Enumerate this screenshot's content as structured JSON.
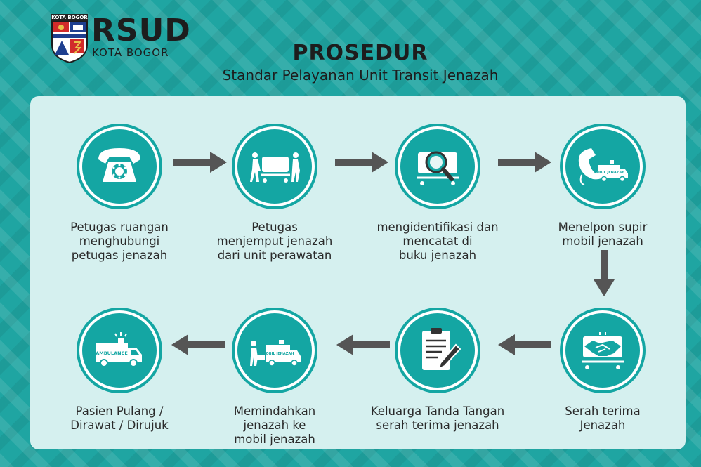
{
  "header": {
    "logo_tag": "KOTA BOGOR",
    "org": "RSUD",
    "city": "KOTA BOGOR",
    "title": "PROSEDUR",
    "subtitle": "Standar Pelayanan Unit Transit Jenazah"
  },
  "colors": {
    "teal": "#14a6a3",
    "panel": "#d5f0ef",
    "arrow": "#555555",
    "text": "#2a2a2a"
  },
  "steps": [
    {
      "icon": "telephone-icon",
      "lines": [
        "Petugas ruangan",
        "menghubungi",
        "petugas jenazah"
      ]
    },
    {
      "icon": "stretcher-transport-icon",
      "lines": [
        "Petugas",
        "menjemput jenazah",
        "dari unit perawatan"
      ]
    },
    {
      "icon": "magnifier-icon",
      "lines": [
        "mengidentifikasi dan",
        "mencatat di",
        "buku jenazah"
      ]
    },
    {
      "icon": "phone-van-icon",
      "lines": [
        "Menelpon supir",
        "mobil jenazah"
      ],
      "van_text": "MOBIL JENAZAH"
    },
    {
      "icon": "handshake-icon",
      "lines": [
        "Serah terima",
        "Jenazah"
      ]
    },
    {
      "icon": "clipboard-pen-icon",
      "lines": [
        "Keluarga Tanda Tangan",
        "serah terima jenazah"
      ]
    },
    {
      "icon": "loading-van-icon",
      "lines": [
        "Memindahkan",
        "jenazah ke",
        "mobil jenazah"
      ],
      "van_text": "MOBIL JENAZAH"
    },
    {
      "icon": "ambulance-icon",
      "lines": [
        "Pasien Pulang /",
        "Dirawat / Dirujuk"
      ],
      "van_text": "AMBULANCE"
    }
  ]
}
